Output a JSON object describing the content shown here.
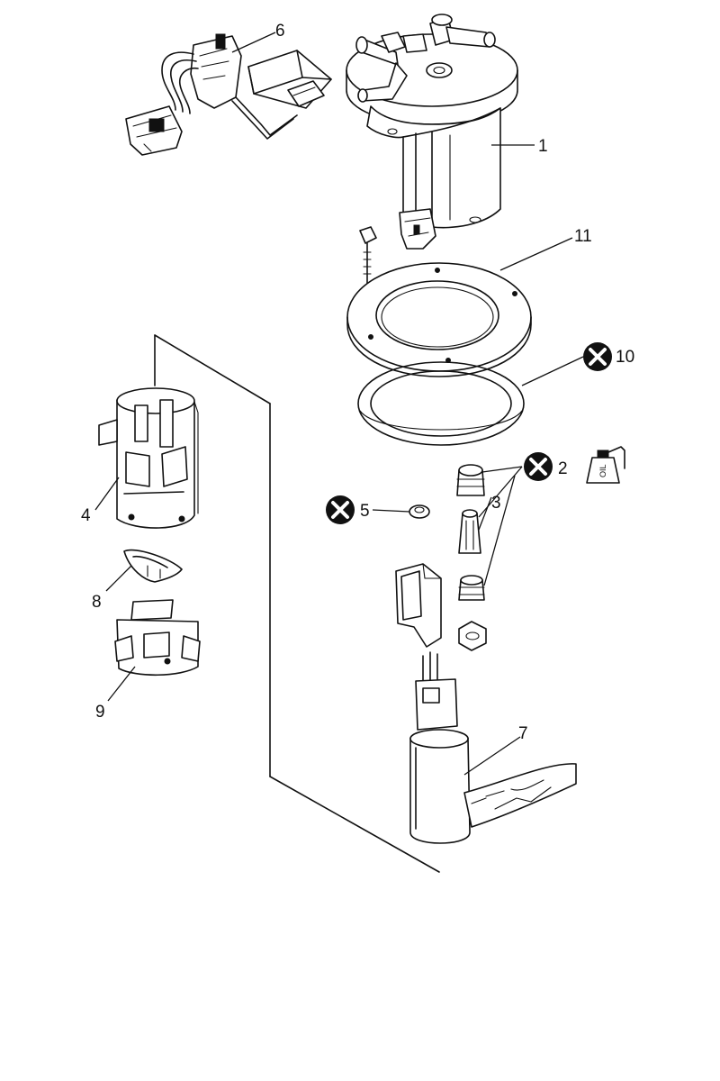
{
  "callouts": {
    "c1": "1",
    "c2": "2",
    "c3": "3",
    "c4": "4",
    "c5": "5",
    "c6": "6",
    "c7": "7",
    "c8": "8",
    "c9": "9",
    "c10": "10",
    "c11": "11"
  },
  "symbols": {
    "replace_part": "x-circle-icon",
    "apply_oil": "oil-can-icon",
    "oil_label": "OIL"
  },
  "colors": {
    "line": "#111111",
    "background": "#ffffff"
  }
}
